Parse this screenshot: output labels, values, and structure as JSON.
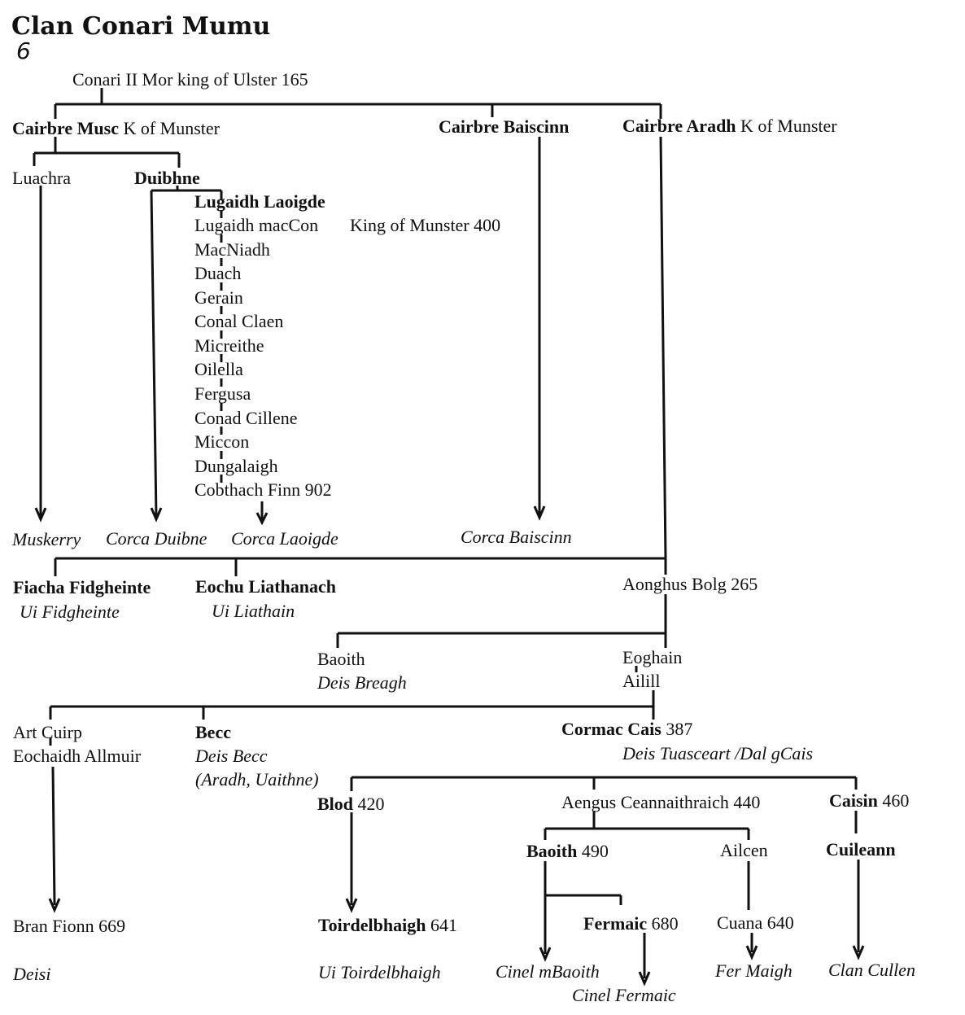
{
  "title": "Clan Conari Mumu",
  "page_number": "6",
  "nodes": {
    "conari": {
      "name": "Conari II Mor  king of Ulster 165"
    },
    "cairbre_musc": {
      "name": "Cairbre Musc",
      "note": " K of Munster"
    },
    "cairbre_baiscinn": {
      "name": "Cairbre Baiscinn"
    },
    "cairbre_aradh": {
      "name": "Cairbre Aradh",
      "note": " K of Munster"
    },
    "luachra": {
      "name": "Luachra"
    },
    "duibhne": {
      "name": "Duibhne"
    },
    "lugaidh_laoigde": {
      "name": "Lugaidh Laoigde"
    },
    "lineage": [
      "Lugaidh macCon",
      "MacNiadh",
      "Duach",
      "Gerain",
      "Conal Claen",
      "Micreithe",
      "Oilella",
      "Fergusa",
      "Conad Cillene",
      "Miccon",
      "Dungalaigh",
      "Cobthach Finn 902"
    ],
    "lugaidh_note": "King of Munster 400",
    "muskerry": {
      "name": "Muskerry"
    },
    "corca_duibne": {
      "name": "Corca Duibne"
    },
    "corca_laoigde": {
      "name": "Corca Laoigde"
    },
    "corca_baiscinn": {
      "name": "Corca Baiscinn"
    },
    "fiacha": {
      "name": "Fiacha Fidgheinte",
      "sept": "Ui Fidgheinte"
    },
    "eochu": {
      "name": "Eochu Liathanach",
      "sept": "Ui Liathain"
    },
    "aonghus": {
      "name": "Aonghus Bolg 265"
    },
    "baoith": {
      "name": "Baoith",
      "sept": "Deis Breagh"
    },
    "eoghain": {
      "name": "Eoghain"
    },
    "ailill": {
      "name": "Ailill"
    },
    "art_cuirp": {
      "name": "Art Cuirp"
    },
    "eochaidh": {
      "name": "Eochaidh Allmuir"
    },
    "becc": {
      "name": "Becc",
      "sept": "Deis Becc",
      "sept2": "(Aradh, Uaithne)"
    },
    "cormac": {
      "name": "Cormac Cais",
      "date": " 387",
      "sept": "Deis Tuasceart /Dal gCais"
    },
    "blod": {
      "name": "Blod",
      "date": " 420"
    },
    "aengus": {
      "name": "Aengus Ceannaithraich 440"
    },
    "caisin": {
      "name": "Caisin",
      "date": "  460"
    },
    "baoith2": {
      "name": "Baoith",
      "date": "  490"
    },
    "ailcen": {
      "name": "Ailcen"
    },
    "cuileann": {
      "name": "Cuileann"
    },
    "bran": {
      "name": "Bran Fionn  669"
    },
    "toirdelbhaigh": {
      "name": "Toirdelbhaigh",
      "date": " 641"
    },
    "fermaic": {
      "name": "Fermaic",
      "date": " 680"
    },
    "cuana": {
      "name": "Cuana 640"
    },
    "deisi": {
      "name": "Deisi"
    },
    "ui_toirdelbhaigh": {
      "name": "Ui Toirdelbhaigh"
    },
    "cinel_mbaoith": {
      "name": "Cinel mBaoith"
    },
    "cinel_fermaic": {
      "name": "Cinel Fermaic"
    },
    "fer_maigh": {
      "name": "Fer Maigh"
    },
    "clan_cullen": {
      "name": "Clan Cullen"
    }
  },
  "colors": {
    "ink": "#111111",
    "paper": "#ffffff"
  }
}
